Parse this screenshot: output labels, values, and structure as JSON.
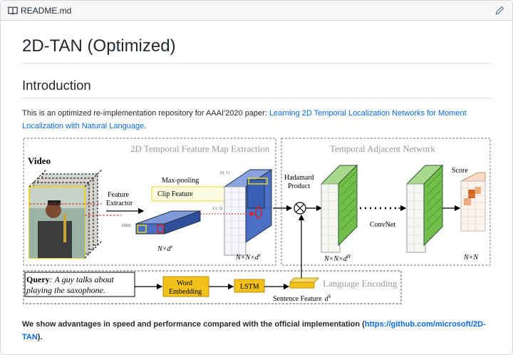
{
  "file_header": {
    "filename": "README.md",
    "icons": {
      "file": "book-icon",
      "edit": "pencil-icon"
    }
  },
  "readme": {
    "title": "2D-TAN (Optimized)",
    "intro_heading": "Introduction",
    "intro_text_before": "This is an optimized re-implementation repository for AAAI'2020 paper: ",
    "intro_link_text": "Learning 2D Temporal Localization Networks for Moment Localization with Natural Language",
    "intro_text_after": ".",
    "bottom_text_before": "We show advantages in speed and performance compared with the official implementation (",
    "bottom_link_text": "https://github.com/microsoft/2D-TAN",
    "bottom_text_after": ")."
  },
  "figure": {
    "labels": {
      "video": "Video",
      "map_extraction": "2D Temporal Feature Map Extraction",
      "adjacent_network": "Temporal Adjacent Network",
      "feature_extractor_1": "Feature",
      "feature_extractor_2": "Extractor",
      "max_pooling": "Max-pooling",
      "clip_feature": "Clip Feature",
      "hadamard_1": "Hadamard",
      "hadamard_2": "Product",
      "convnet": "ConvNet",
      "score": "Score",
      "nxdv": "N×d",
      "nxnxdv": "N×N×d",
      "nxnxdh": "N×N×d",
      "nxn": "N×N",
      "query_label": "Query",
      "query_text_1": ": A guy talks about",
      "query_text_2": "playing the saxophone.",
      "language_encoding": "Language Encoding",
      "word_1": "Word",
      "word_2": "Embedding",
      "lstm": "LSTM",
      "sentence_feature": "Sentence Feature",
      "sup_v": "v",
      "sup_h": "H",
      "sup_s": "S",
      "d_letter": "d",
      "time": "time",
      "coord_01": "(0, 1)",
      "coord_33": "(3, 3)"
    },
    "colors": {
      "blue": "#4a6fc4",
      "green": "#6fbf4a",
      "yellow": "#f2c21b",
      "orange": "#d9651c",
      "link": "#0969da"
    }
  }
}
